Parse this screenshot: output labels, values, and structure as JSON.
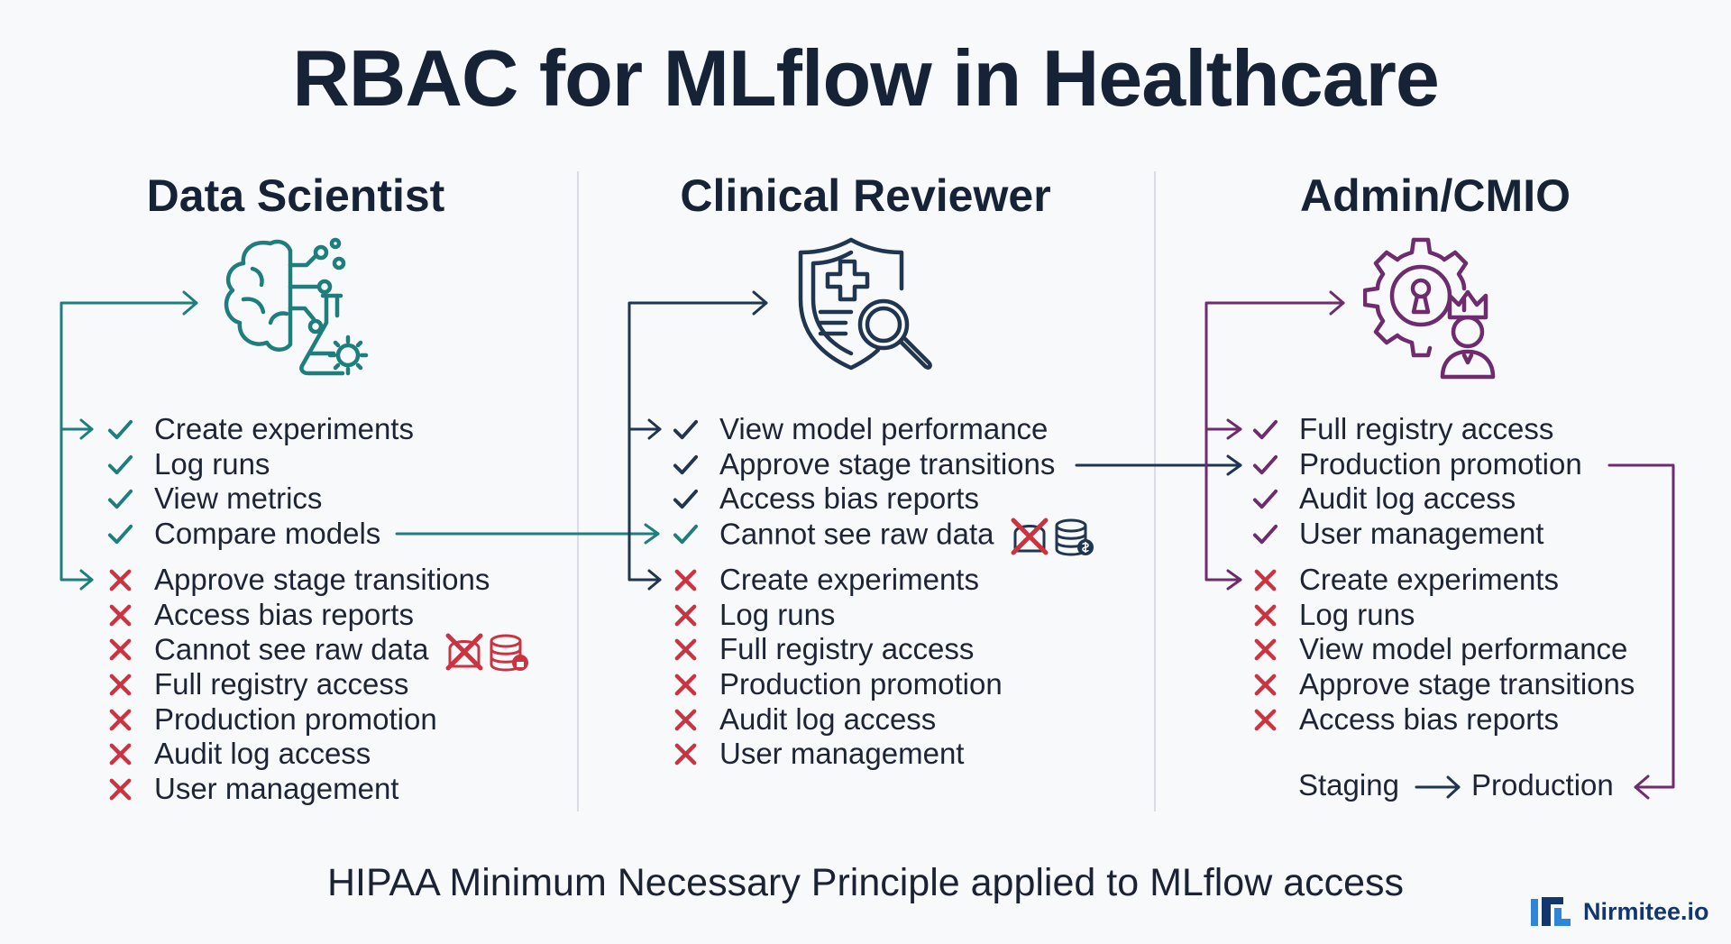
{
  "title": "RBAC for MLflow in Healthcare",
  "colors": {
    "teal": "#1e7e7e",
    "navy": "#1f3550",
    "purple": "#6e2b6e",
    "allowed_check": "#1f3550",
    "denied_cross": "#cc3340"
  },
  "roles": [
    {
      "name": "Data Scientist",
      "icon": "brain-flask-gear-icon",
      "allowed": [
        "Create experiments",
        "Log runs",
        "View metrics",
        "Compare models"
      ],
      "denied": [
        "Approve stage transitions",
        "Access bias reports",
        "Cannot see raw data",
        "Full registry access",
        "Production promotion",
        "Audit log access",
        "User management"
      ]
    },
    {
      "name": "Clinical Reviewer",
      "icon": "shield-magnifier-icon",
      "allowed": [
        "View model performance",
        "Approve stage transitions",
        "Access bias reports",
        "Cannot see raw data"
      ],
      "denied": [
        "Create experiments",
        "Log runs",
        "Full registry access",
        "Production promotion",
        "Audit log access",
        "User management"
      ]
    },
    {
      "name": "Admin/CMIO",
      "icon": "gear-lock-admin-icon",
      "allowed": [
        "Full registry access",
        "Production promotion",
        "Audit log access",
        "User management"
      ],
      "denied": [
        "Create experiments",
        "Log runs",
        "View model performance",
        "Approve stage transitions",
        "Access bias reports"
      ]
    }
  ],
  "flow": {
    "from": "Staging",
    "to": "Production"
  },
  "footer": "HIPAA Minimum Necessary Principle applied to MLflow access",
  "brand": "Nirmitee.io"
}
